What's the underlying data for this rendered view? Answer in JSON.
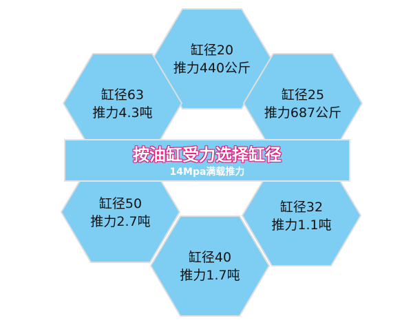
{
  "colors": {
    "hex_fill": "#7ecef4",
    "hex_stroke": "#dedede",
    "title_outline": "#e5157a"
  },
  "center": {
    "title": "按油缸受力选择缸径",
    "subtitle": "14Mpa满载推力"
  },
  "hexagons": [
    {
      "bore": "缸径20",
      "thrust": "推力440公斤"
    },
    {
      "bore": "缸径63",
      "thrust": "推力4.3吨"
    },
    {
      "bore": "缸径25",
      "thrust": "推力687公斤"
    },
    {
      "bore": "缸径50",
      "thrust": "推力2.7吨"
    },
    {
      "bore": "缸径32",
      "thrust": "推力1.1吨"
    },
    {
      "bore": "缸径40",
      "thrust": "推力1.7吨"
    }
  ]
}
